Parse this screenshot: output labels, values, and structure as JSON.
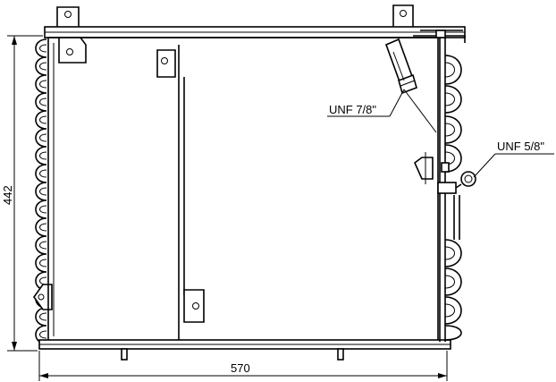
{
  "dimensions": {
    "width_label": "570",
    "height_label": "442"
  },
  "callouts": {
    "inlet_label": "UNF 7/8\"",
    "outlet_label": "UNF 5/8\""
  }
}
